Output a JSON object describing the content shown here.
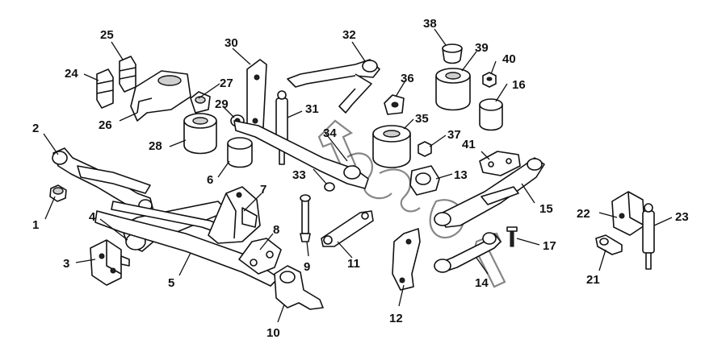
{
  "diagram": {
    "callouts": [
      {
        "id": "1",
        "label": "1"
      },
      {
        "id": "2",
        "label": "2"
      },
      {
        "id": "3",
        "label": "3"
      },
      {
        "id": "4",
        "label": "4"
      },
      {
        "id": "5",
        "label": "5"
      },
      {
        "id": "6",
        "label": "6"
      },
      {
        "id": "7",
        "label": "7"
      },
      {
        "id": "8",
        "label": "8"
      },
      {
        "id": "9",
        "label": "9"
      },
      {
        "id": "10",
        "label": "10"
      },
      {
        "id": "11",
        "label": "11"
      },
      {
        "id": "12",
        "label": "12"
      },
      {
        "id": "13",
        "label": "13"
      },
      {
        "id": "14",
        "label": "14"
      },
      {
        "id": "15",
        "label": "15"
      },
      {
        "id": "16",
        "label": "16"
      },
      {
        "id": "17",
        "label": "17"
      },
      {
        "id": "21",
        "label": "21"
      },
      {
        "id": "22",
        "label": "22"
      },
      {
        "id": "23",
        "label": "23"
      },
      {
        "id": "24",
        "label": "24"
      },
      {
        "id": "25",
        "label": "25"
      },
      {
        "id": "26",
        "label": "26"
      },
      {
        "id": "27",
        "label": "27"
      },
      {
        "id": "28",
        "label": "28"
      },
      {
        "id": "29",
        "label": "29"
      },
      {
        "id": "30",
        "label": "30"
      },
      {
        "id": "31",
        "label": "31"
      },
      {
        "id": "32",
        "label": "32"
      },
      {
        "id": "33",
        "label": "33"
      },
      {
        "id": "34",
        "label": "34"
      },
      {
        "id": "35",
        "label": "35"
      },
      {
        "id": "36",
        "label": "36"
      },
      {
        "id": "37",
        "label": "37"
      },
      {
        "id": "38",
        "label": "38"
      },
      {
        "id": "39",
        "label": "39"
      },
      {
        "id": "40",
        "label": "40"
      },
      {
        "id": "41",
        "label": "41"
      }
    ]
  }
}
